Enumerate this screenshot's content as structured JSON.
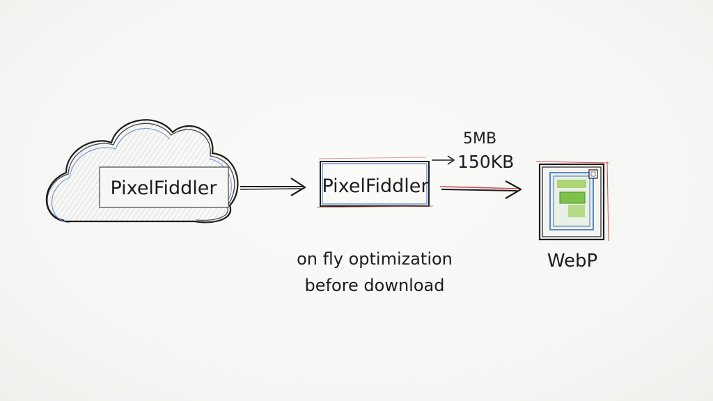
{
  "source_node": {
    "label": "PixelFiddler"
  },
  "proxy_node": {
    "label": "PixelFiddler",
    "caption_line1": "on fly optimization",
    "caption_line2": "before download"
  },
  "size_change": {
    "from": "5MB",
    "to": "150KB"
  },
  "output_node": {
    "label": "WebP"
  },
  "colors": {
    "ink": "#1c1c1c",
    "blue_accent": "#5a86c9",
    "red_accent": "#d24c4c",
    "green_accent": "#7cc24a"
  }
}
